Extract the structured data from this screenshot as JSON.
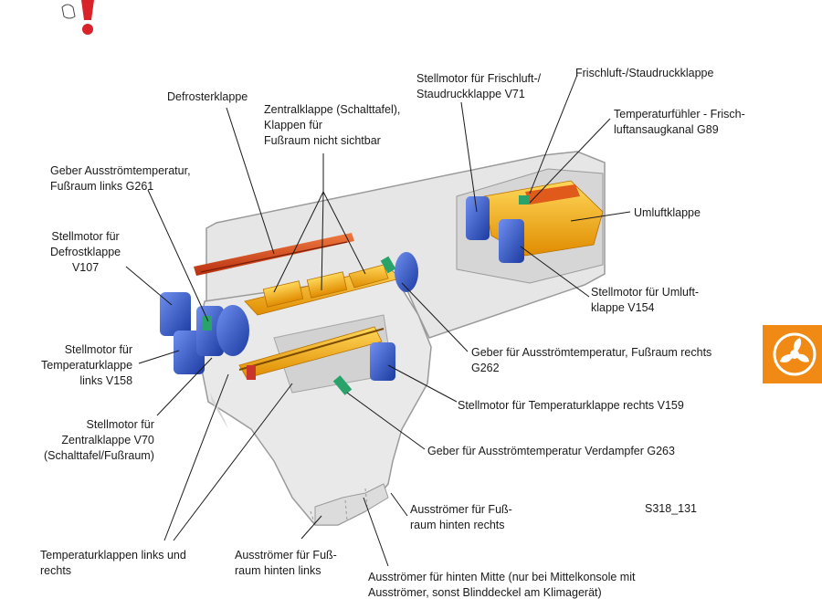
{
  "diagram": {
    "reference": "S318_131",
    "labels": {
      "defrosterklappe": "Defrosterklappe",
      "zentralklappe": "Zentralklappe (Schalttafel),\nKlappen für\nFußraum nicht sichtbar",
      "g261": "Geber Ausströmtemperatur,\nFußraum links G261",
      "v107": "Stellmotor für\nDefrostklappe\nV107",
      "v158": "Stellmotor für\nTemperaturklappe\nlinks V158",
      "v70": "Stellmotor für\nZentralklappe V70\n(Schalttafel/Fußraum)",
      "temperaturklappen": "Temperaturklappen links und\nrechts",
      "aus_hinten_links": "Ausströmer für Fuß-\nraum hinten links",
      "aus_mitte": "Ausströmer für hinten Mitte (nur bei Mittelkonsole mit\nAusströmer, sonst Blinddeckel am Klimagerät)",
      "aus_hinten_rechts": "Ausströmer für Fuß-\nraum hinten rechts",
      "g263": "Geber für Ausströmtemperatur Verdampfer G263",
      "v159": "Stellmotor für Temperaturklappe rechts V159",
      "g262": "Geber für Ausströmtemperatur, Fußraum rechts\nG262",
      "v154": "Stellmotor für Umluft-\nklappe V154",
      "umluftklappe": "Umluftklappe",
      "g89": "Temperaturfühler - Frisch-\nluftansaugkanal G89",
      "frischluftklappe": "Frischluft-/Staudruckklappe",
      "v71": "Stellmotor für Frischluft-/\nStaudruckklappe V71"
    }
  },
  "colors": {
    "housing": "#e6e6e6",
    "housing_stroke": "#9a9a9a",
    "flap": "#f2b21a",
    "defroster": "#d9441c",
    "motor": "#2e56c7",
    "sensor": "#2aa36b",
    "badge": "#f08a14",
    "warning": "#d8232a"
  },
  "icons": {
    "warning": "warning-exclamation-icon",
    "fan": "fan-icon"
  }
}
